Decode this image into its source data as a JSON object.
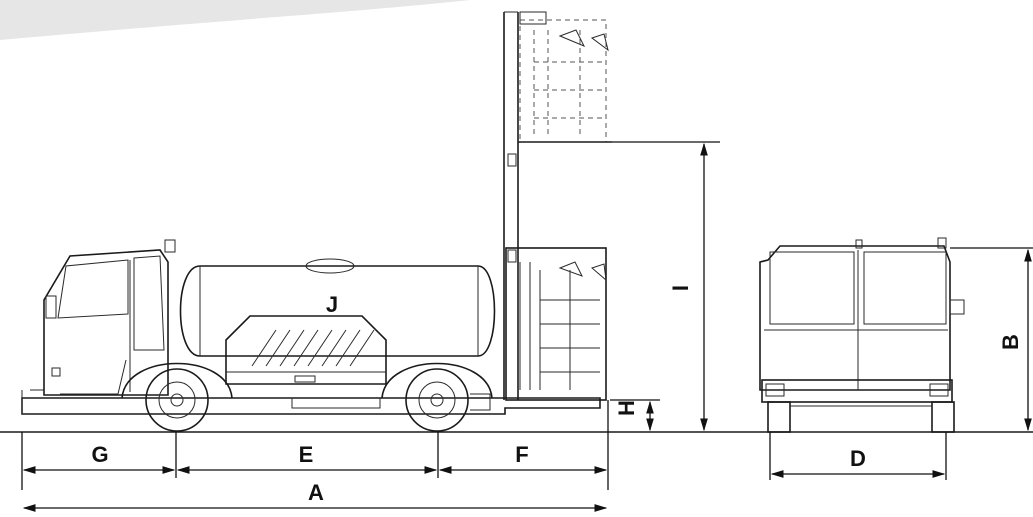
{
  "diagram": {
    "dimension_labels": {
      "A": "A",
      "B": "B",
      "D": "D",
      "E": "E",
      "F": "F",
      "G": "G",
      "H": "H",
      "I": "I",
      "J": "J"
    }
  }
}
